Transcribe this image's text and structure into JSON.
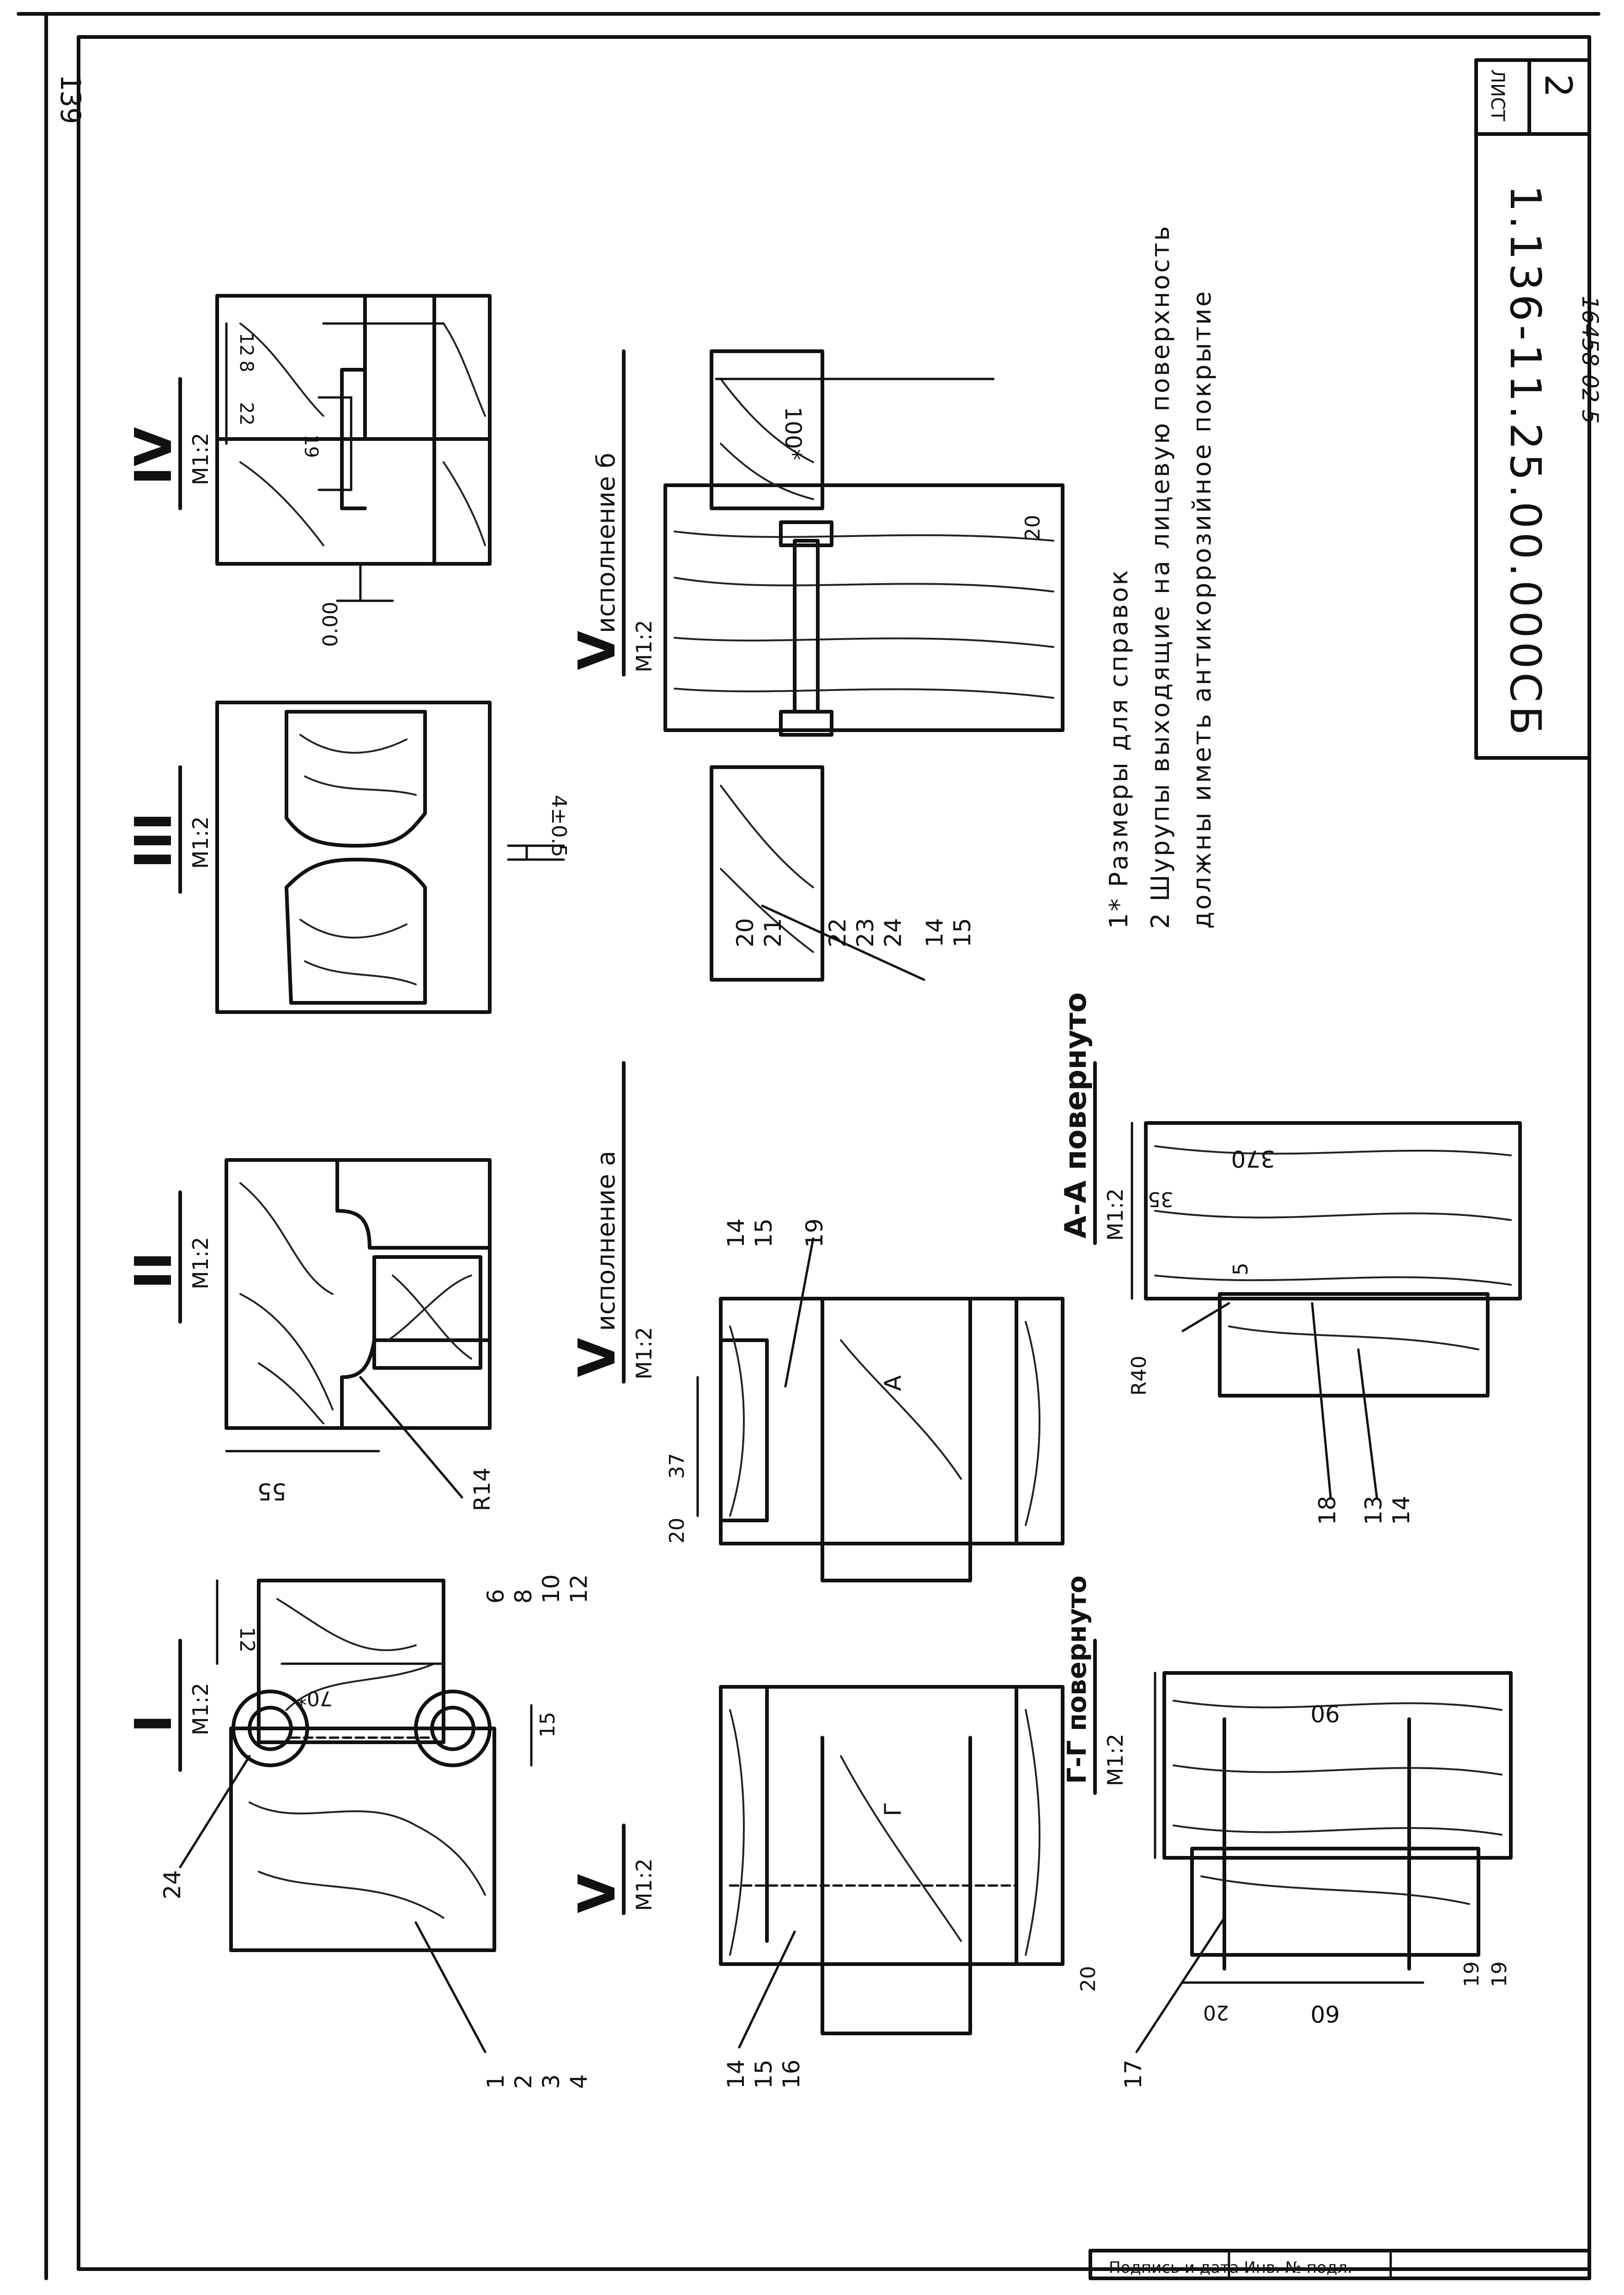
{
  "sheet": {
    "page_number": "139",
    "sheet_label": "ЛИСТ",
    "sheet_number": "2",
    "document_code": "1.136-11.25.00.000СБ",
    "archive_number": "16458-02 5",
    "bottom_stamp": "Подпись и дата   Инв. № подл."
  },
  "notes": [
    "1* Размеры для справок",
    "2 Шурупы выходящие на лицевую поверхность",
    "должны иметь антикоррозийное покрытие"
  ],
  "views": {
    "I": {
      "title": "I",
      "scale": "М1:2",
      "dims": [
        "12",
        "70*",
        "15"
      ],
      "callouts_left": [
        "24"
      ],
      "callouts_bottom": [
        "1",
        "2",
        "3",
        "4"
      ],
      "callouts_right": [
        "6",
        "8",
        "10",
        "12"
      ]
    },
    "II": {
      "title": "II",
      "scale": "М1:2",
      "dims": [
        "55",
        "R14"
      ]
    },
    "III": {
      "title": "III",
      "scale": "М1:2",
      "dims": [
        "4±0.5"
      ]
    },
    "IV": {
      "title": "IV",
      "scale": "М1:2",
      "dims": [
        "19",
        "12",
        "8",
        "22",
        "0.00"
      ]
    },
    "V": {
      "title": "V",
      "scale": "М1:2",
      "dims": [
        "20"
      ],
      "callouts": [
        "14",
        "15",
        "16"
      ],
      "section_mark": "Г"
    },
    "Va": {
      "title": "V",
      "subtitle": "исполнение а",
      "scale": "М1:2",
      "dims": [
        "20",
        "37"
      ],
      "callouts": [
        "14",
        "15",
        "19"
      ],
      "section_mark": "А"
    },
    "Vb": {
      "title": "V",
      "subtitle": "исполнение б",
      "scale": "М1:2",
      "dims": [
        "100*",
        "20"
      ],
      "callouts": [
        "20",
        "21",
        "22",
        "23",
        "24",
        "14",
        "15"
      ]
    },
    "GG": {
      "title": "Г-Г повернуто",
      "scale": "М1:2",
      "dims": [
        "90",
        "19",
        "19",
        "20",
        "60"
      ],
      "callouts": [
        "17"
      ]
    },
    "AA": {
      "title": "А-А повернуто",
      "scale": "М1:2",
      "dims": [
        "370",
        "35",
        "5",
        "R40"
      ],
      "callouts": [
        "18",
        "13",
        "14"
      ]
    }
  }
}
